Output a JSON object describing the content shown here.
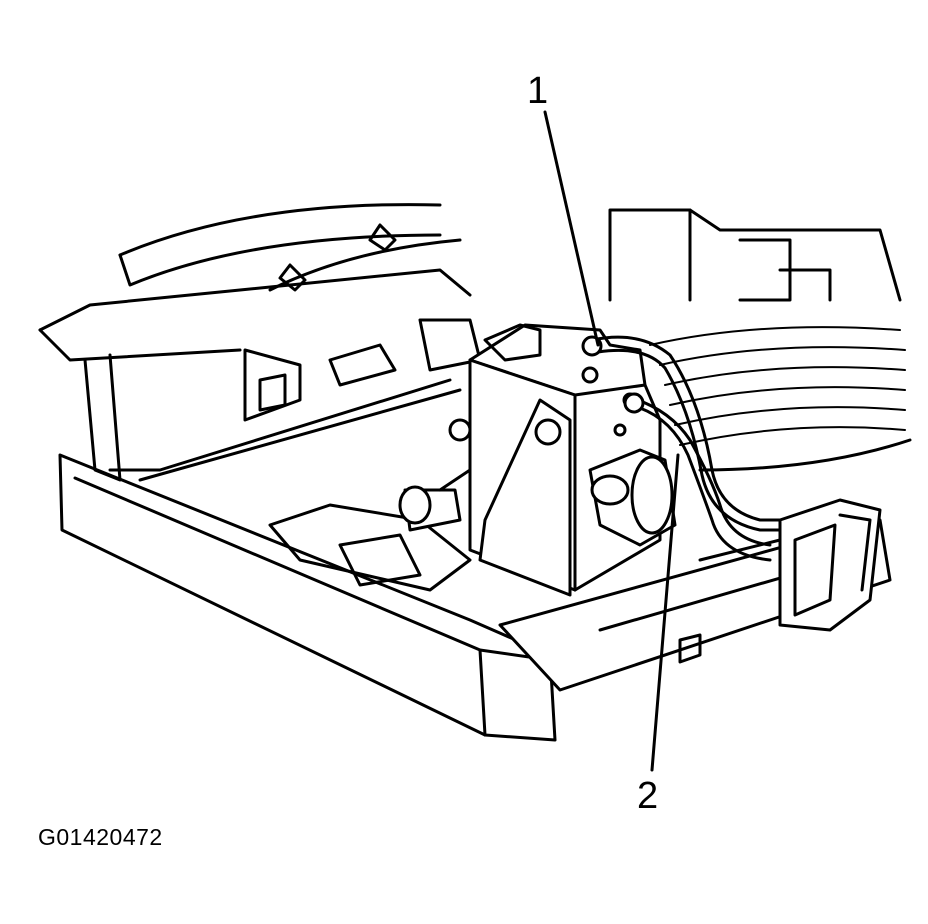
{
  "figure": {
    "id_label": "G01420472"
  },
  "callouts": [
    {
      "number": "1"
    },
    {
      "number": "2"
    }
  ]
}
